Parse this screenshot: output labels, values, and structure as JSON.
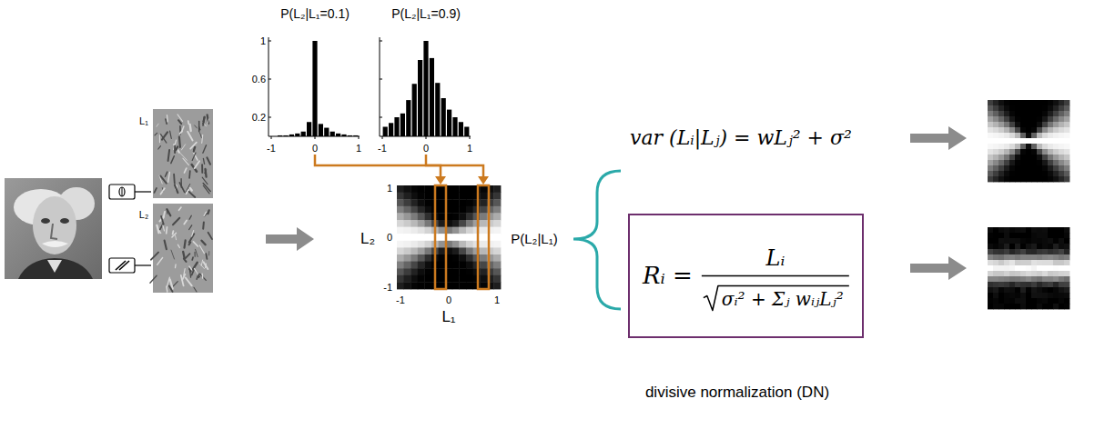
{
  "diagram": {
    "nodes": [
      {
        "text": [
          "Rᵢ =",
          "Lᵢ",
          "σᵢ² + Σⱼ wᵢⱼLⱼ²"
        ]
      }
    ],
    "labels": [
      "P(L₂|L₁=0.1)",
      "1",
      "0.6",
      "0.2",
      "-1",
      "0",
      "1",
      "P(L₂|L₁=0.9)",
      "-1",
      "0",
      "1",
      "L₁",
      "L₂",
      "L₂",
      "1",
      "0",
      "-1",
      "-1",
      "0",
      "1",
      "L₁",
      "P(L₂|L₁)",
      "var (Lᵢ|Lⱼ) = wLⱼ² + σ²",
      "divisive normalization (DN)"
    ]
  }
}
